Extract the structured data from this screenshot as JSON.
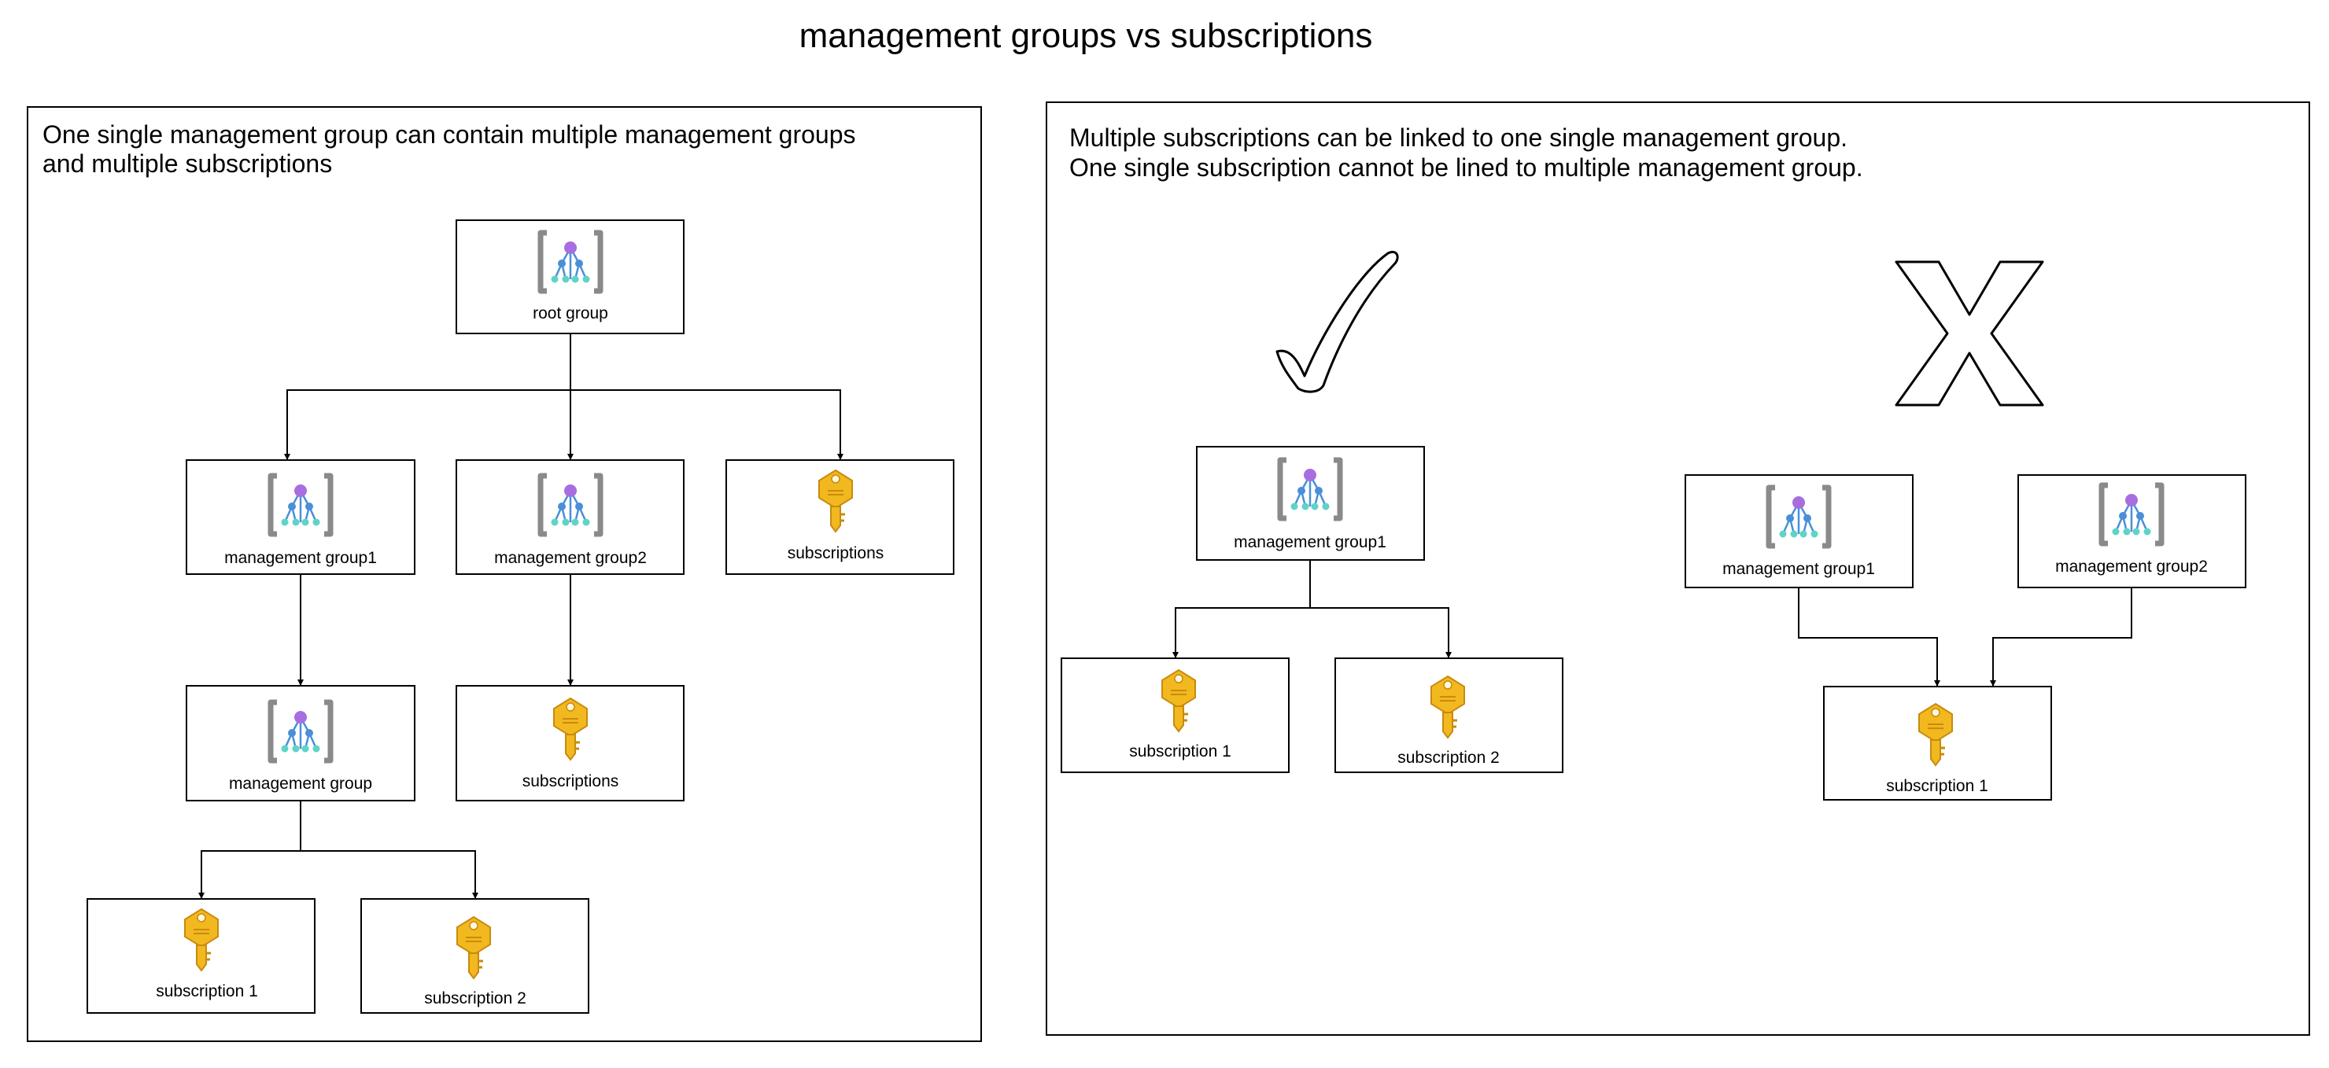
{
  "title": "management groups vs subscriptions",
  "left_panel": {
    "description": [
      "One single management group can contain multiple management groups",
      "and multiple subscriptions"
    ],
    "nodes": {
      "root": {
        "label": "root group",
        "icon": "management-group-icon"
      },
      "mg1": {
        "label": "management group1",
        "icon": "management-group-icon"
      },
      "mg2": {
        "label": "management group2",
        "icon": "management-group-icon"
      },
      "sub_top": {
        "label": "subscriptions",
        "icon": "key-icon"
      },
      "mg": {
        "label": "management group",
        "icon": "management-group-icon"
      },
      "sub_mid": {
        "label": "subscriptions",
        "icon": "key-icon"
      },
      "sub1": {
        "label": "subscription 1",
        "icon": "key-icon"
      },
      "sub2": {
        "label": "subscription 2",
        "icon": "key-icon"
      }
    }
  },
  "right_panel": {
    "description": [
      "Multiple  subscriptions can be linked to one single management group.",
      "One single subscription cannot be lined to multiple management group."
    ],
    "valid": {
      "symbol": "check-mark-icon",
      "nodes": {
        "mg1": {
          "label": "management group1",
          "icon": "management-group-icon"
        },
        "sub1": {
          "label": "subscription 1",
          "icon": "key-icon"
        },
        "sub2": {
          "label": "subscription 2",
          "icon": "key-icon"
        }
      }
    },
    "invalid": {
      "symbol": "cross-mark-icon",
      "nodes": {
        "mg1": {
          "label": "management group1",
          "icon": "management-group-icon"
        },
        "mg2": {
          "label": "management group2",
          "icon": "management-group-icon"
        },
        "sub1": {
          "label": "subscription 1",
          "icon": "key-icon"
        }
      }
    }
  },
  "colors": {
    "bracket": "#8a8a8a",
    "node_purple": "#a86ee0",
    "node_blue": "#4a8fd8",
    "node_teal": "#5fd3c8",
    "key_gold": "#f2b81f",
    "key_dark": "#c98a0c"
  }
}
